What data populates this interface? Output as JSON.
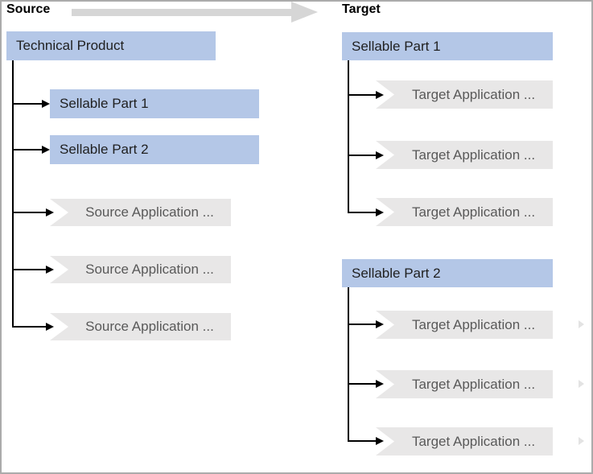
{
  "header": {
    "source_label": "Source",
    "target_label": "Target"
  },
  "source_panel": {
    "root": {
      "label": "Technical Product"
    },
    "children": [
      {
        "label": "Sellable Part 1",
        "style": "primary"
      },
      {
        "label": "Sellable Part 2",
        "style": "primary"
      },
      {
        "label": "Source Application ...",
        "style": "secondary"
      },
      {
        "label": "Source Application ...",
        "style": "secondary"
      },
      {
        "label": "Source Application ...",
        "style": "secondary"
      }
    ]
  },
  "target_panel": {
    "groups": [
      {
        "root": {
          "label": "Sellable Part 1"
        },
        "children": [
          {
            "label": "Target Application ..."
          },
          {
            "label": "Target Application ..."
          },
          {
            "label": "Target Application ..."
          }
        ]
      },
      {
        "root": {
          "label": "Sellable Part 2"
        },
        "children": [
          {
            "label": "Target Application ..."
          },
          {
            "label": "Target Application ..."
          },
          {
            "label": "Target Application ..."
          }
        ]
      }
    ]
  },
  "colors": {
    "primary_box": "#B4C7E7",
    "secondary_box": "#E8E7E7",
    "primary_text": "#1F1F1F",
    "secondary_text": "#595959",
    "connector": "#000000",
    "flow_arrow": "#D6D6D6",
    "canvas_border": "#ABABAB",
    "faint_chevron": "#E3E3E3"
  }
}
